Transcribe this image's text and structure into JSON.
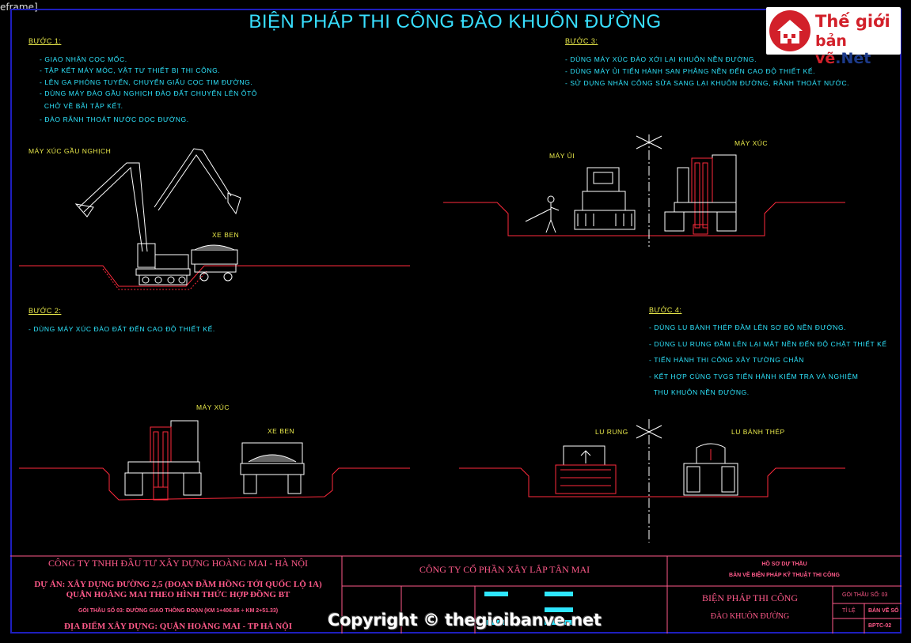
{
  "window": {
    "tab_label": "eframe]"
  },
  "title": "BIỆN PHÁP THI CÔNG ĐÀO KHUÔN ĐƯỜNG",
  "logo": {
    "line1": "Thế giới",
    "line2a": "bản vẽ",
    "line2b": ".Net"
  },
  "steps": {
    "s1": {
      "heading": "BƯỚC 1:",
      "lines": [
        "- GIAO NHẬN CỌC MỐC.",
        "- TẬP KẾT MÁY MÓC, VẬT TƯ  THIẾT BỊ THI CÔNG.",
        "- LÊN GA PHÓNG TUYẾN, CHUYỂN GIẤU CỌC TIM ĐƯỜNG.",
        "- DÙNG MÁY ĐÀO GẦU NGHỊCH ĐÀO ĐẤT CHUYỂN LÊN ÔTÔ",
        "  CHỞ VỀ BÃI TẬP KẾT.",
        "- ĐÀO RÃNH THOÁT NƯỚC DỌC ĐƯỜNG."
      ]
    },
    "s2": {
      "heading": "BƯỚC 2:",
      "lines": [
        "- DÙNG MÁY XÚC ĐÀO ĐẤT ĐẾN CAO ĐỘ THIẾT KẾ."
      ]
    },
    "s3": {
      "heading": "BƯỚC 3:",
      "lines": [
        "- DÙNG MÁY XÚC ĐÀO XỚI LẠI KHUÔN NỀN ĐƯỜNG.",
        "- DÙNG MÁY ỦI TIẾN HÀNH SAN PHẲNG NỀN ĐẾN CAO ĐỘ THIẾT KẾ.",
        "- SỬ DỤNG NHÂN CÔNG SỬA SANG LẠI KHUÔN ĐƯỜNG, RÃNH THOÁT NƯỚC."
      ]
    },
    "s4": {
      "heading": "BƯỚC 4:",
      "lines": [
        "- DÙNG LU BÁNH THÉP ĐẦM LÊN SƠ BỘ NỀN ĐƯỜNG.",
        "- DÙNG LU RUNG ĐẦM LÊN LẠI MẶT NỀN ĐẾN ĐỘ CHẶT THIẾT KẾ",
        "- TIẾN HÀNH THI CÔNG XÂY TƯỜNG CHẮN",
        "- KẾT HỢP CÙNG TVGS TIẾN HÀNH KIỂM TRA VÀ NGHIỆM",
        "  THU KHUÔN NỀN ĐƯỜNG."
      ]
    }
  },
  "labels": {
    "backhoe": "MÁY XÚC GẦU NGHỊCH",
    "truck1": "XE BEN",
    "excavator2": "MÁY XÚC",
    "truck2": "XE BEN",
    "bulldozer": "MÁY ỦI",
    "excavator3": "MÁY XÚC",
    "vibro_roller": "LU RUNG",
    "steel_roller": "LU BÁNH THÉP"
  },
  "titleblock": {
    "owner": "CÔNG TY TNHH ĐẦU TƯ XÂY DỰNG HOÀNG MAI - HÀ NỘI",
    "project1": "DỰ ÁN: XÂY DỰNG ĐƯỜNG 2,5 (ĐOẠN ĐẦM HỒNG TỚI QUỐC LỘ 1A)",
    "project2": "QUẬN HOÀNG MAI THEO HÌNH THỨC HỢP ĐỒNG BT",
    "package": "GÓI THẦU SỐ 03: ĐƯỜNG GIAO THÔNG ĐOẠN (KM 1+406.86 ÷ KM 2+51.33)",
    "location": "ĐỊA ĐIỂM XÂY DỰNG: QUẬN HOÀNG MAI - TP HÀ NỘI",
    "contractor": "CÔNG TY CỔ PHẦN XÂY LẮP TÂN MAI",
    "dossier1": "HỒ SƠ DỰ THẦU",
    "dossier2": "BẢN VẼ BIỆN PHÁP KỸ THUẬT THI CÔNG",
    "drawing_title": "BIỆN PHÁP THI CÔNG",
    "drawing_sub": "ĐÀO KHUÔN ĐƯỜNG",
    "pkg_no": "GÓI THẦU SỐ: 03",
    "scale_label": "TỈ LỆ",
    "sheet_label": "BẢN VẼ SỐ",
    "sheet_no": "BPTC-02"
  },
  "copyright": "Copyright © thegioibanve.net",
  "colors": {
    "ground": "#ff2a3c",
    "machine": "#ffffff",
    "cyan": "#2ee6ff",
    "yellow": "#e8e84a",
    "border": "#1e1ebe",
    "titleblock": "#ff5a8a"
  }
}
